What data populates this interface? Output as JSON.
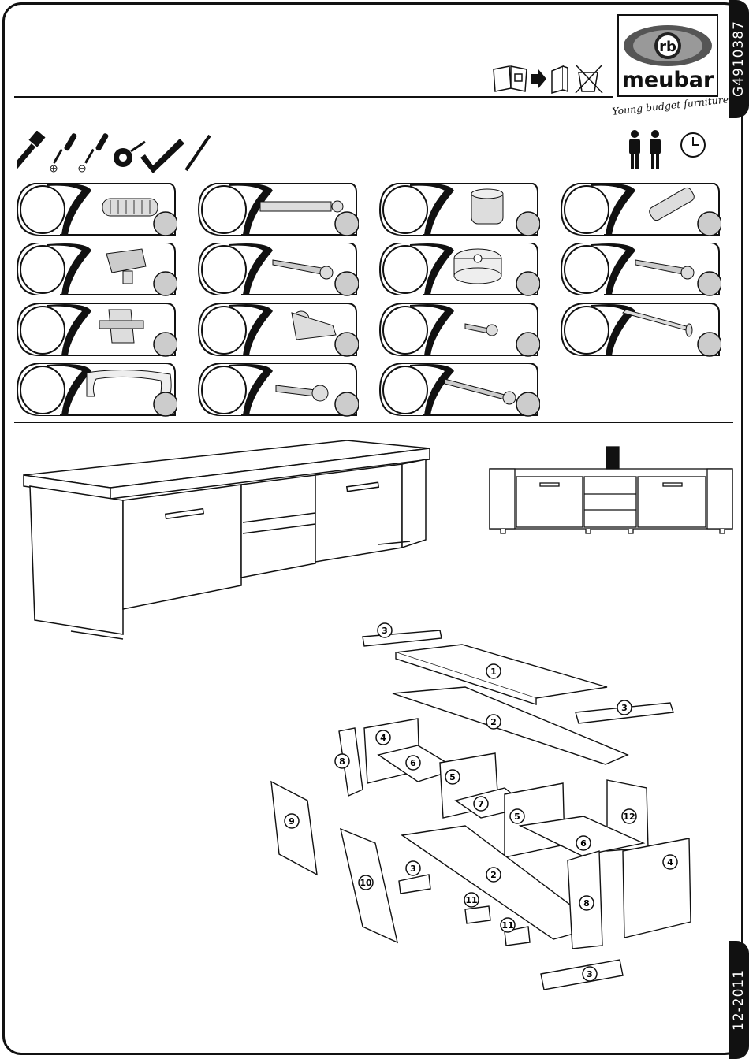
{
  "header": {
    "doc_code": "G4910387",
    "brand": "meubar",
    "tagline": "Young budget furniture",
    "date_code": "12-2011"
  },
  "tools": [
    "hammer-icon",
    "phillips-screwdriver-icon",
    "flat-screwdriver-icon",
    "tape-measure-icon",
    "square-ruler-icon",
    "pencil-icon"
  ],
  "requirements": [
    "two-persons-icon",
    "clock-icon"
  ],
  "hardware": [
    {
      "name": "wooden-dowel"
    },
    {
      "name": "cam-bolt"
    },
    {
      "name": "cam-lock"
    },
    {
      "name": "connector-pin"
    },
    {
      "name": "shelf-support"
    },
    {
      "name": "screw-medium"
    },
    {
      "name": "furniture-glide"
    },
    {
      "name": "screw-short"
    },
    {
      "name": "hinge-plate"
    },
    {
      "name": "cup-hinge"
    },
    {
      "name": "screw-tiny"
    },
    {
      "name": "nail"
    },
    {
      "name": "handle"
    },
    {
      "name": "screw-washer-head"
    },
    {
      "name": "screw-long"
    }
  ],
  "parts": [
    {
      "label": "1"
    },
    {
      "label": "2"
    },
    {
      "label": "3"
    },
    {
      "label": "3"
    },
    {
      "label": "4"
    },
    {
      "label": "6"
    },
    {
      "label": "8"
    },
    {
      "label": "5"
    },
    {
      "label": "7"
    },
    {
      "label": "5"
    },
    {
      "label": "12"
    },
    {
      "label": "9"
    },
    {
      "label": "6"
    },
    {
      "label": "4"
    },
    {
      "label": "3"
    },
    {
      "label": "2"
    },
    {
      "label": "10"
    },
    {
      "label": "11"
    },
    {
      "label": "8"
    },
    {
      "label": "11"
    },
    {
      "label": "3"
    }
  ]
}
